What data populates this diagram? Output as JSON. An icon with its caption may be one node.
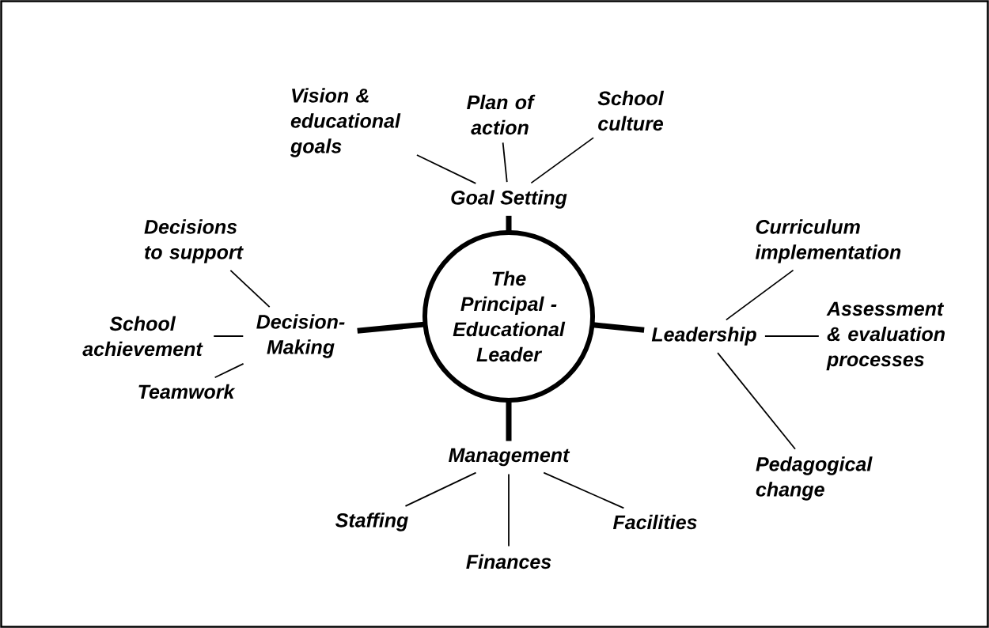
{
  "diagram": {
    "nodes": [
      {
        "text": [
          "The Principal - Educational Leader"
        ]
      },
      {
        "text": [
          "Goal Setting"
        ]
      },
      {
        "text": [
          "Vision & educational goals"
        ]
      },
      {
        "text": [
          "Plan of action"
        ]
      },
      {
        "text": [
          "School culture"
        ]
      },
      {
        "text": [
          "Leadership"
        ]
      },
      {
        "text": [
          "Curriculum implementation"
        ]
      },
      {
        "text": [
          "Assessment & evaluation processes"
        ]
      },
      {
        "text": [
          "Pedagogical change"
        ]
      },
      {
        "text": [
          "Management"
        ]
      },
      {
        "text": [
          "Staffing"
        ]
      },
      {
        "text": [
          "Finances"
        ]
      },
      {
        "text": [
          "Facilities"
        ]
      },
      {
        "text": [
          "Decision-Making"
        ]
      },
      {
        "text": [
          "Decisions to support"
        ]
      },
      {
        "text": [
          "School achievement"
        ]
      },
      {
        "text": [
          "Teamwork"
        ]
      }
    ],
    "edges": [
      {
        "from": 0,
        "to": 1,
        "arrow": "none",
        "style": "thick"
      },
      {
        "from": 0,
        "to": 5,
        "arrow": "none",
        "style": "thick"
      },
      {
        "from": 0,
        "to": 9,
        "arrow": "none",
        "style": "thick"
      },
      {
        "from": 0,
        "to": 13,
        "arrow": "none",
        "style": "thick"
      },
      {
        "from": 1,
        "to": 2,
        "arrow": "none"
      },
      {
        "from": 1,
        "to": 3,
        "arrow": "none"
      },
      {
        "from": 1,
        "to": 4,
        "arrow": "none"
      },
      {
        "from": 5,
        "to": 6,
        "arrow": "none"
      },
      {
        "from": 5,
        "to": 7,
        "arrow": "none"
      },
      {
        "from": 5,
        "to": 8,
        "arrow": "none"
      },
      {
        "from": 9,
        "to": 10,
        "arrow": "none"
      },
      {
        "from": 9,
        "to": 11,
        "arrow": "none"
      },
      {
        "from": 9,
        "to": 12,
        "arrow": "none"
      },
      {
        "from": 13,
        "to": 14,
        "arrow": "none"
      },
      {
        "from": 13,
        "to": 15,
        "arrow": "none"
      },
      {
        "from": 13,
        "to": 16,
        "arrow": "none"
      }
    ]
  }
}
